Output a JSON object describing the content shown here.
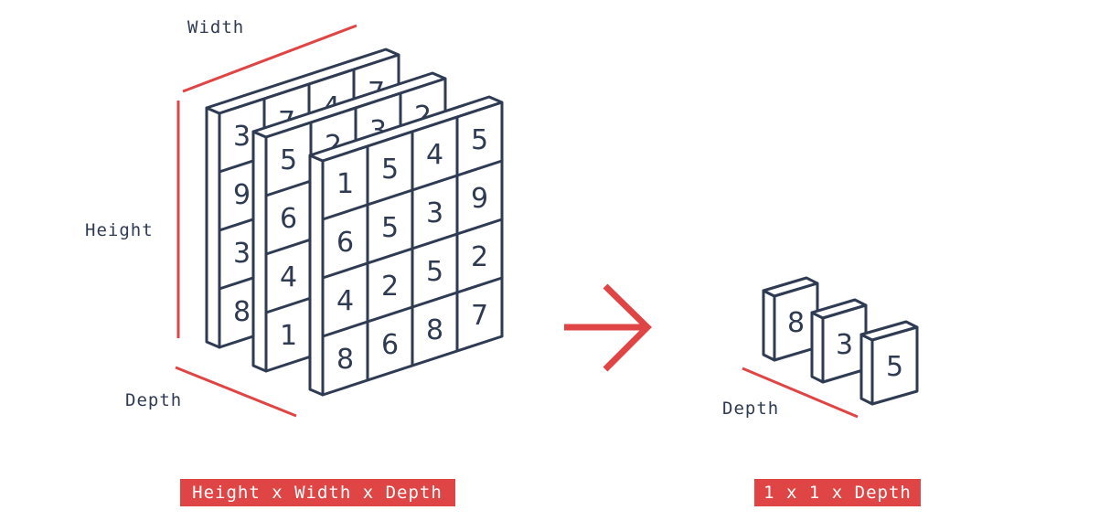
{
  "colors": {
    "ink": "#2f3b52",
    "accent": "#e04545",
    "face": "#ffffff"
  },
  "labels": {
    "width": "Width",
    "height": "Height",
    "depth_left": "Depth",
    "depth_right": "Depth"
  },
  "captions": {
    "left": "Height x Width x Depth",
    "right": "1 x 1 x Depth"
  },
  "grids": {
    "back": [
      [
        "3",
        "7",
        "4",
        "7"
      ],
      [
        "9",
        "",
        "",
        ""
      ],
      [
        "3",
        "",
        "",
        ""
      ],
      [
        "8",
        "",
        "",
        ""
      ]
    ],
    "middle": [
      [
        "5",
        "2",
        "3",
        "2"
      ],
      [
        "6",
        "",
        "",
        ""
      ],
      [
        "4",
        "",
        "",
        ""
      ],
      [
        "1",
        "",
        "",
        ""
      ]
    ],
    "front": [
      [
        "1",
        "5",
        "4",
        "5"
      ],
      [
        "6",
        "5",
        "3",
        "9"
      ],
      [
        "4",
        "2",
        "5",
        "2"
      ],
      [
        "8",
        "6",
        "8",
        "7"
      ]
    ]
  },
  "pooled": [
    "8",
    "3",
    "5"
  ]
}
